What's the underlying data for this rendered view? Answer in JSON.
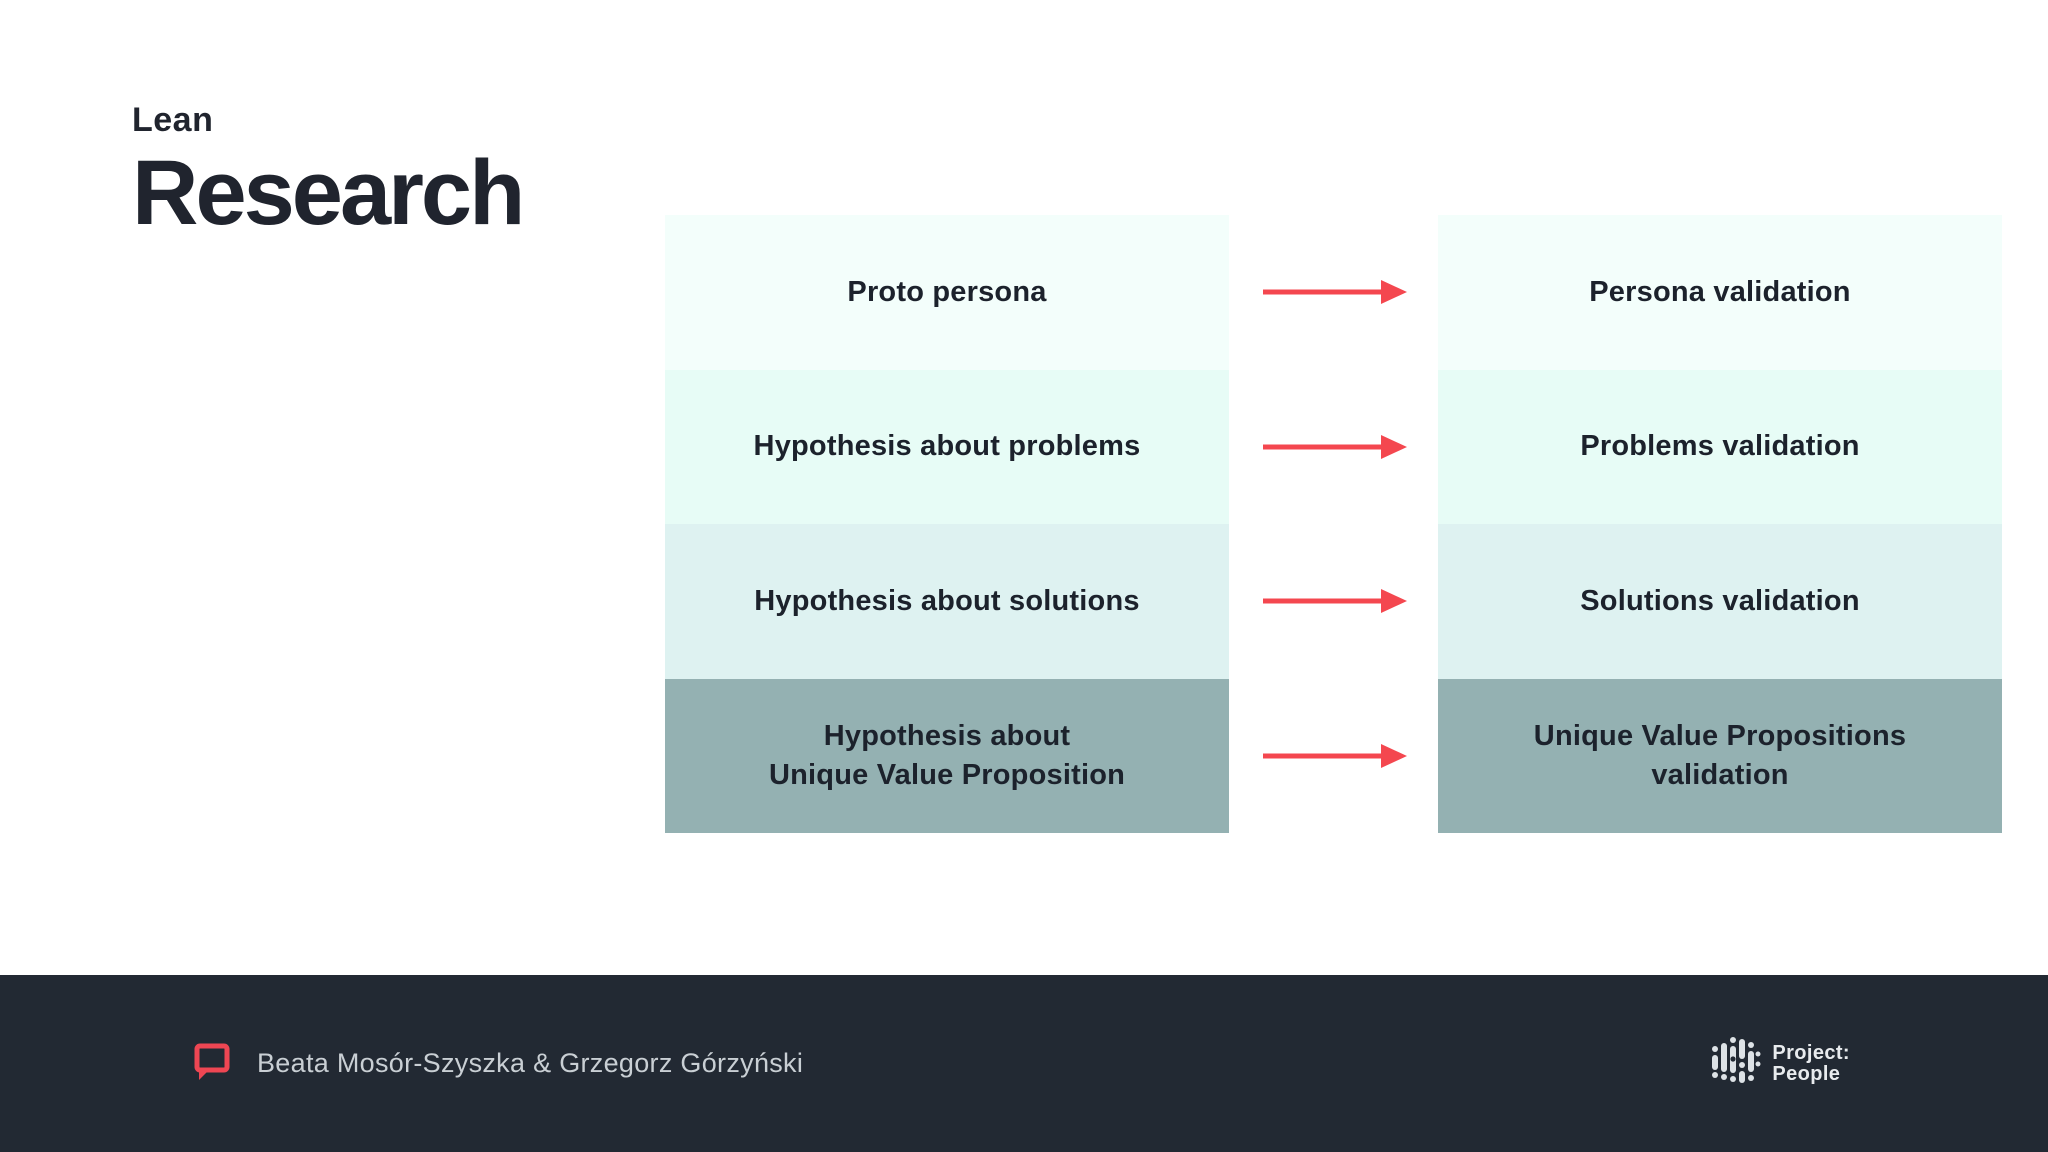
{
  "slide": {
    "kicker": "Lean",
    "title": "Research"
  },
  "diagram": {
    "left_column": [
      {
        "label": "Proto persona"
      },
      {
        "label": "Hypothesis about problems"
      },
      {
        "label": "Hypothesis about solutions"
      },
      {
        "label": "Hypothesis about\nUnique Value Proposition"
      }
    ],
    "right_column": [
      {
        "label": "Persona validation"
      },
      {
        "label": "Problems validation"
      },
      {
        "label": "Solutions validation"
      },
      {
        "label": "Unique Value Propositions\nvalidation"
      }
    ],
    "arrow_count": 4,
    "colors": {
      "row1_bg": "#f3fefb",
      "row2_bg": "#e7fcf6",
      "row3_bg": "#def2f1",
      "row4_bg": "#94b1b2",
      "box_text": "#1c222c",
      "arrow": "#f4474f"
    }
  },
  "footer": {
    "authors": "Beata Mosór-Szyszka & Grzegorz Górzyński",
    "logo": {
      "line1": "Project:",
      "line2": "People"
    },
    "colors": {
      "background": "#222933",
      "text": "#c9cfd4",
      "accent": "#ee4653"
    }
  }
}
